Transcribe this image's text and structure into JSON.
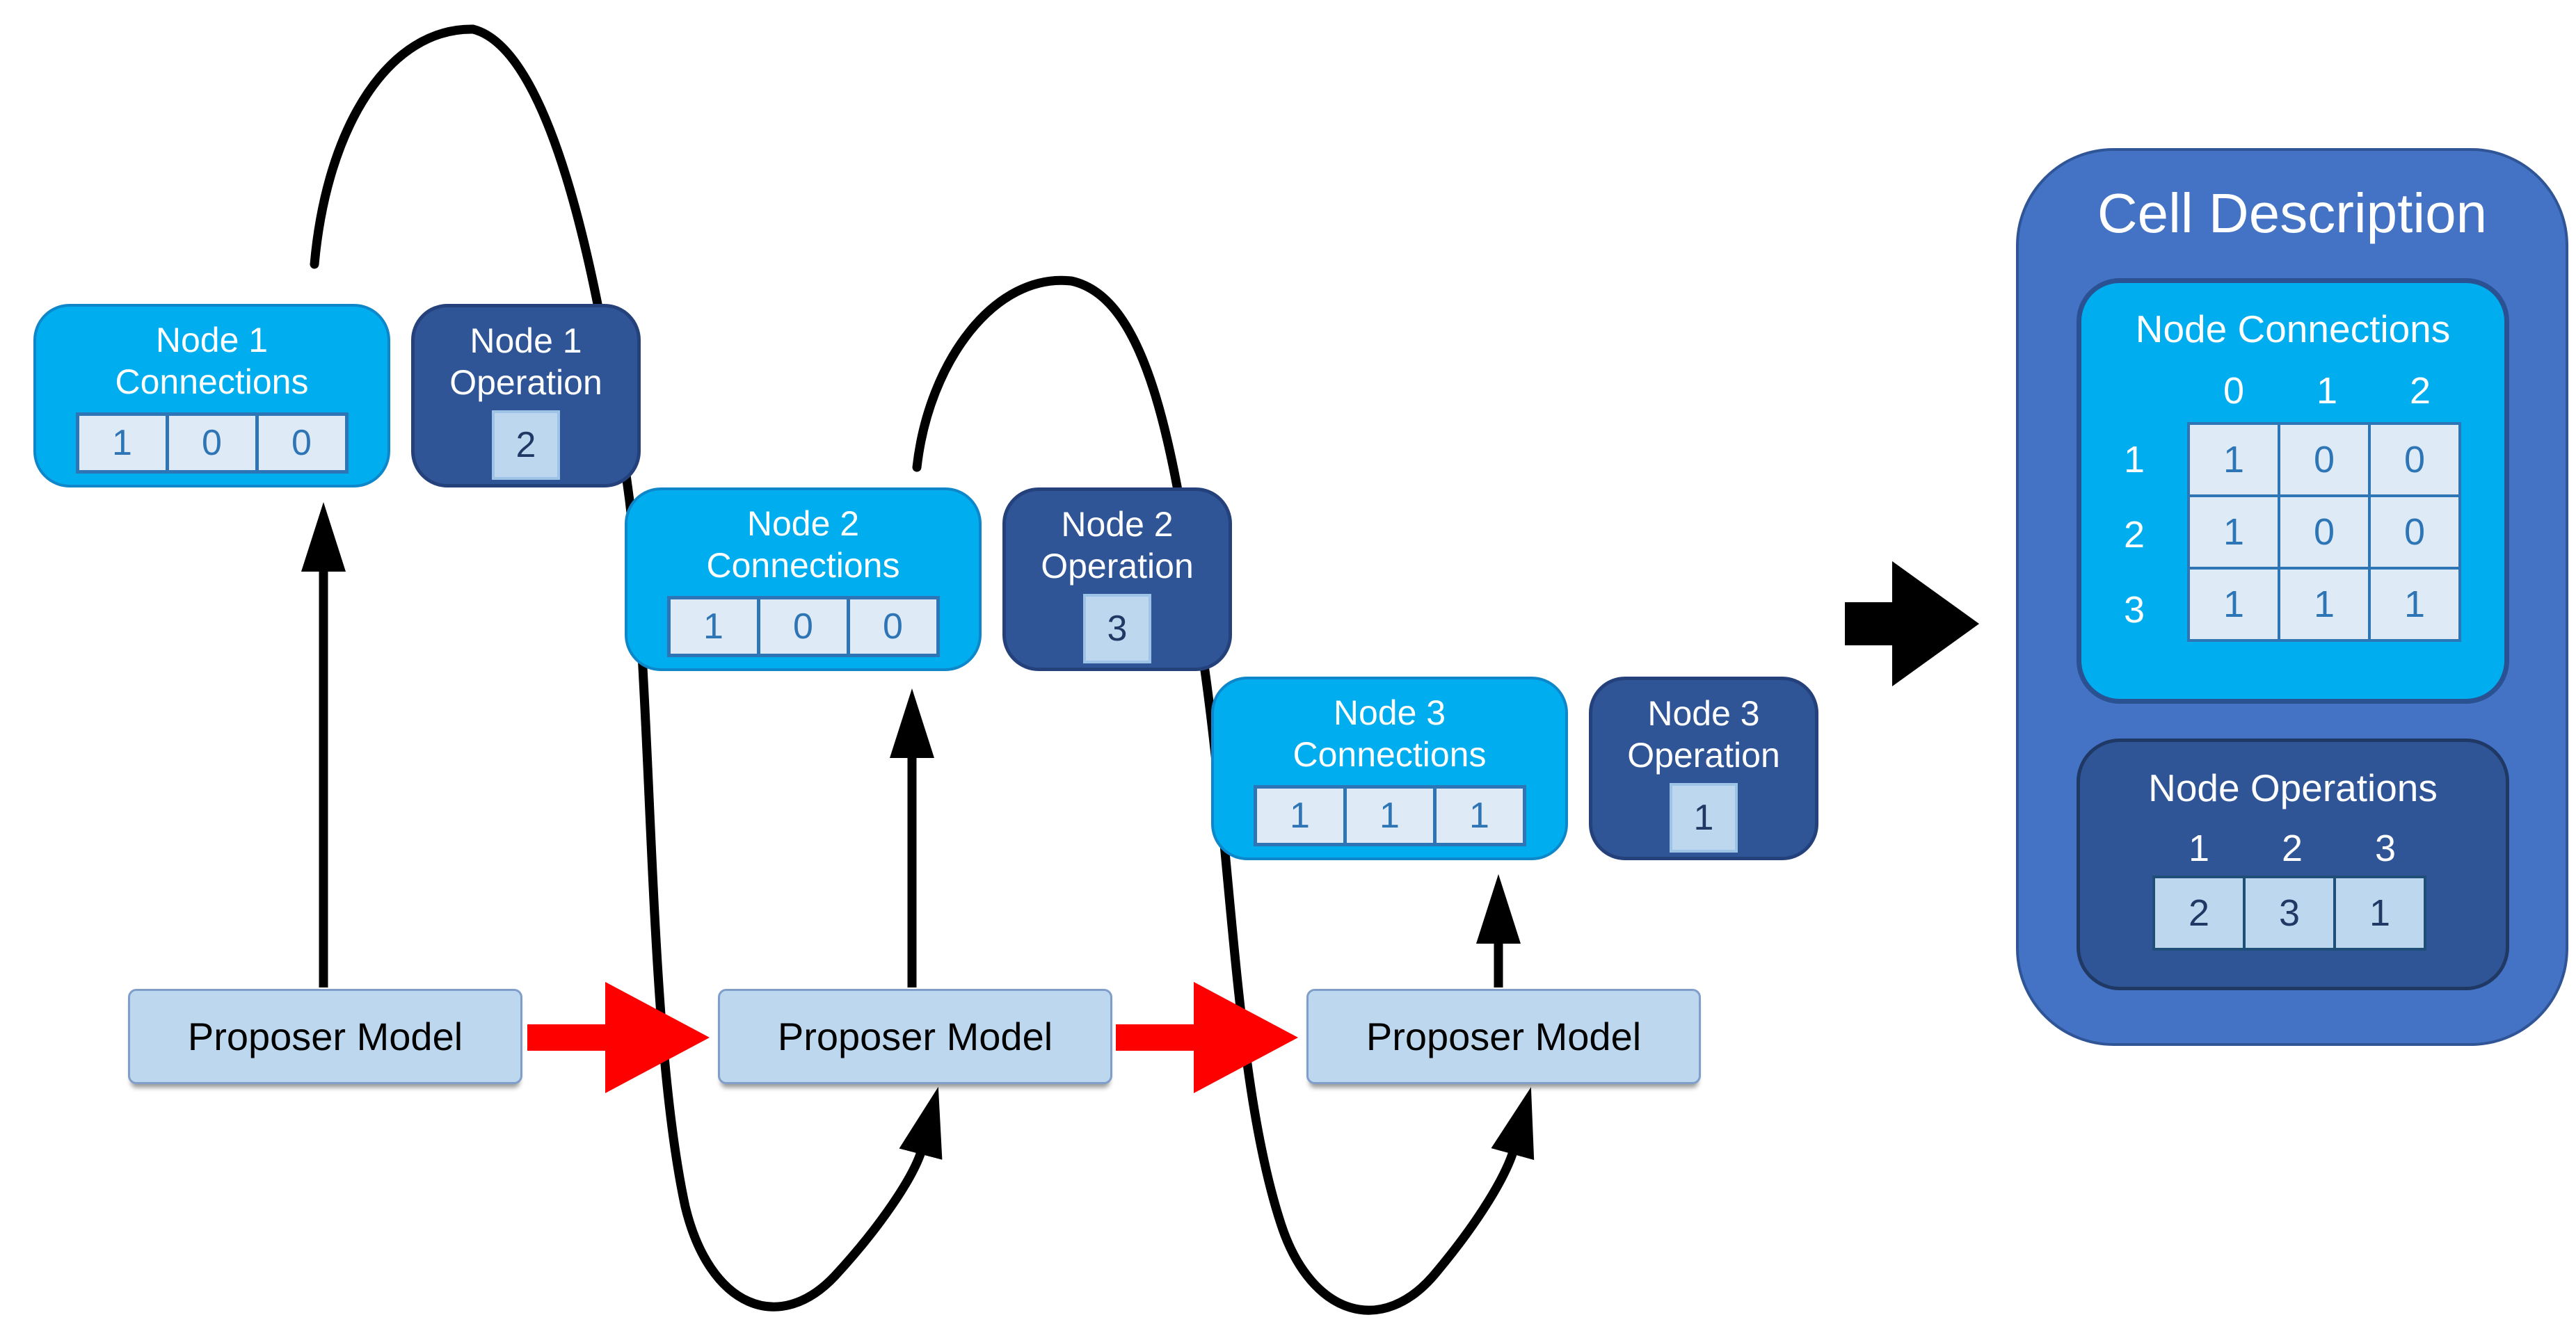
{
  "nodes": [
    {
      "conn_title_1": "Node 1",
      "conn_title_2": "Connections",
      "connections": [
        "1",
        "0",
        "0"
      ],
      "op_title_1": "Node 1",
      "op_title_2": "Operation",
      "operation": "2"
    },
    {
      "conn_title_1": "Node 2",
      "conn_title_2": "Connections",
      "connections": [
        "1",
        "0",
        "0"
      ],
      "op_title_1": "Node 2",
      "op_title_2": "Operation",
      "operation": "3"
    },
    {
      "conn_title_1": "Node 3",
      "conn_title_2": "Connections",
      "connections": [
        "1",
        "1",
        "1"
      ],
      "op_title_1": "Node 3",
      "op_title_2": "Operation",
      "operation": "1"
    }
  ],
  "proposers": [
    "Proposer Model",
    "Proposer Model",
    "Proposer Model"
  ],
  "cell_description": {
    "title": "Cell Description",
    "node_connections": {
      "title": "Node Connections",
      "col_headers": [
        "0",
        "1",
        "2"
      ],
      "row_headers": [
        "1",
        "2",
        "3"
      ],
      "rows": [
        [
          "1",
          "0",
          "0"
        ],
        [
          "1",
          "0",
          "0"
        ],
        [
          "1",
          "1",
          "1"
        ]
      ]
    },
    "node_operations": {
      "title": "Node Operations",
      "col_headers": [
        "1",
        "2",
        "3"
      ],
      "values": [
        "2",
        "3",
        "1"
      ]
    }
  },
  "colors": {
    "cyan_box": "#00AEEF",
    "dark_blue_box": "#2F5597",
    "panel_blue": "#4472C4",
    "cell_light_fill": "#DEEBF7",
    "cell_medium_fill": "#BDD7EE",
    "cell_border": "#2E75B6",
    "digit_dark": "#1F3864",
    "proposer_fill": "#BDD7EE",
    "proposer_border": "#7F9EC9",
    "arrow_red": "#FF0000",
    "arrow_black": "#000000",
    "text_white": "#FFFFFF"
  }
}
